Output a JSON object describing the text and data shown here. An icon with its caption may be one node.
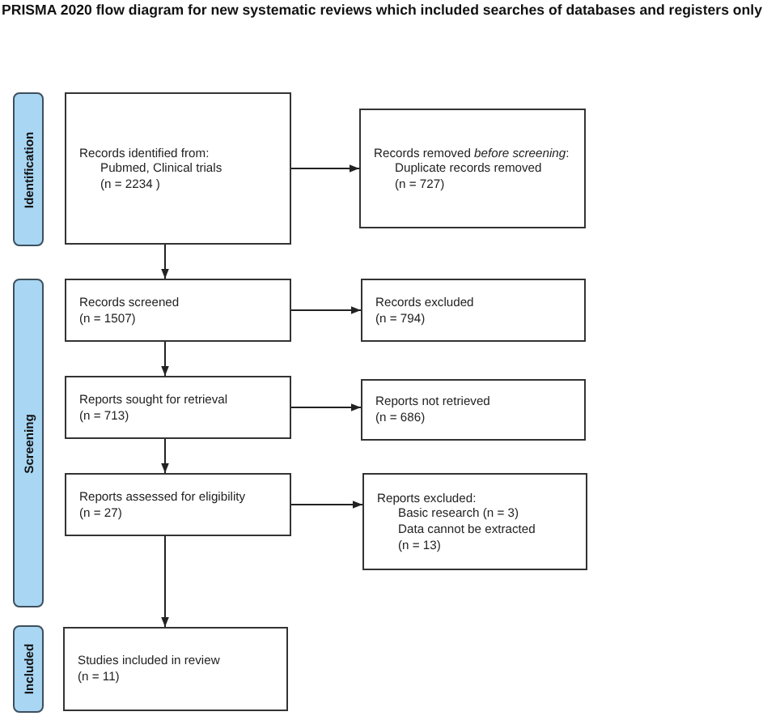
{
  "diagram": {
    "title": "PRISMA 2020 flow diagram for new systematic reviews which included searches of databases and registers only",
    "nodes": [
      {
        "text": [
          "Identification"
        ]
      },
      {
        "text": [
          "Records identified from:",
          "Pubmed, Clinical trials",
          "(n = 2234 )"
        ]
      },
      {
        "text": [
          "Records removed *before screening*:",
          "Duplicate records removed",
          "(n = 727)"
        ]
      },
      {
        "text": [
          "Screening"
        ]
      },
      {
        "text": [
          "Records screened",
          "(n = 1507)"
        ]
      },
      {
        "text": [
          "Records excluded",
          "(n = 794)"
        ]
      },
      {
        "text": [
          "Reports sought for retrieval",
          "(n = 713)"
        ]
      },
      {
        "text": [
          "Reports not retrieved",
          "(n = 686)"
        ]
      },
      {
        "text": [
          "Reports assessed for eligibility",
          "(n = 27)"
        ]
      },
      {
        "text": [
          "Reports excluded:",
          "Basic research (n = 3)",
          "Data cannot be extracted",
          "(n = 13)"
        ]
      },
      {
        "text": [
          "Included"
        ]
      },
      {
        "text": [
          "Studies included in review",
          "(n = 11)"
        ]
      }
    ],
    "edges": [
      {
        "from": 1,
        "to": 2,
        "arrow": "to"
      },
      {
        "from": 1,
        "to": 4,
        "arrow": "to"
      },
      {
        "from": 4,
        "to": 5,
        "arrow": "to"
      },
      {
        "from": 4,
        "to": 6,
        "arrow": "to"
      },
      {
        "from": 6,
        "to": 7,
        "arrow": "to"
      },
      {
        "from": 6,
        "to": 8,
        "arrow": "to"
      },
      {
        "from": 8,
        "to": 9,
        "arrow": "to"
      },
      {
        "from": 8,
        "to": 11,
        "arrow": "to"
      }
    ]
  }
}
